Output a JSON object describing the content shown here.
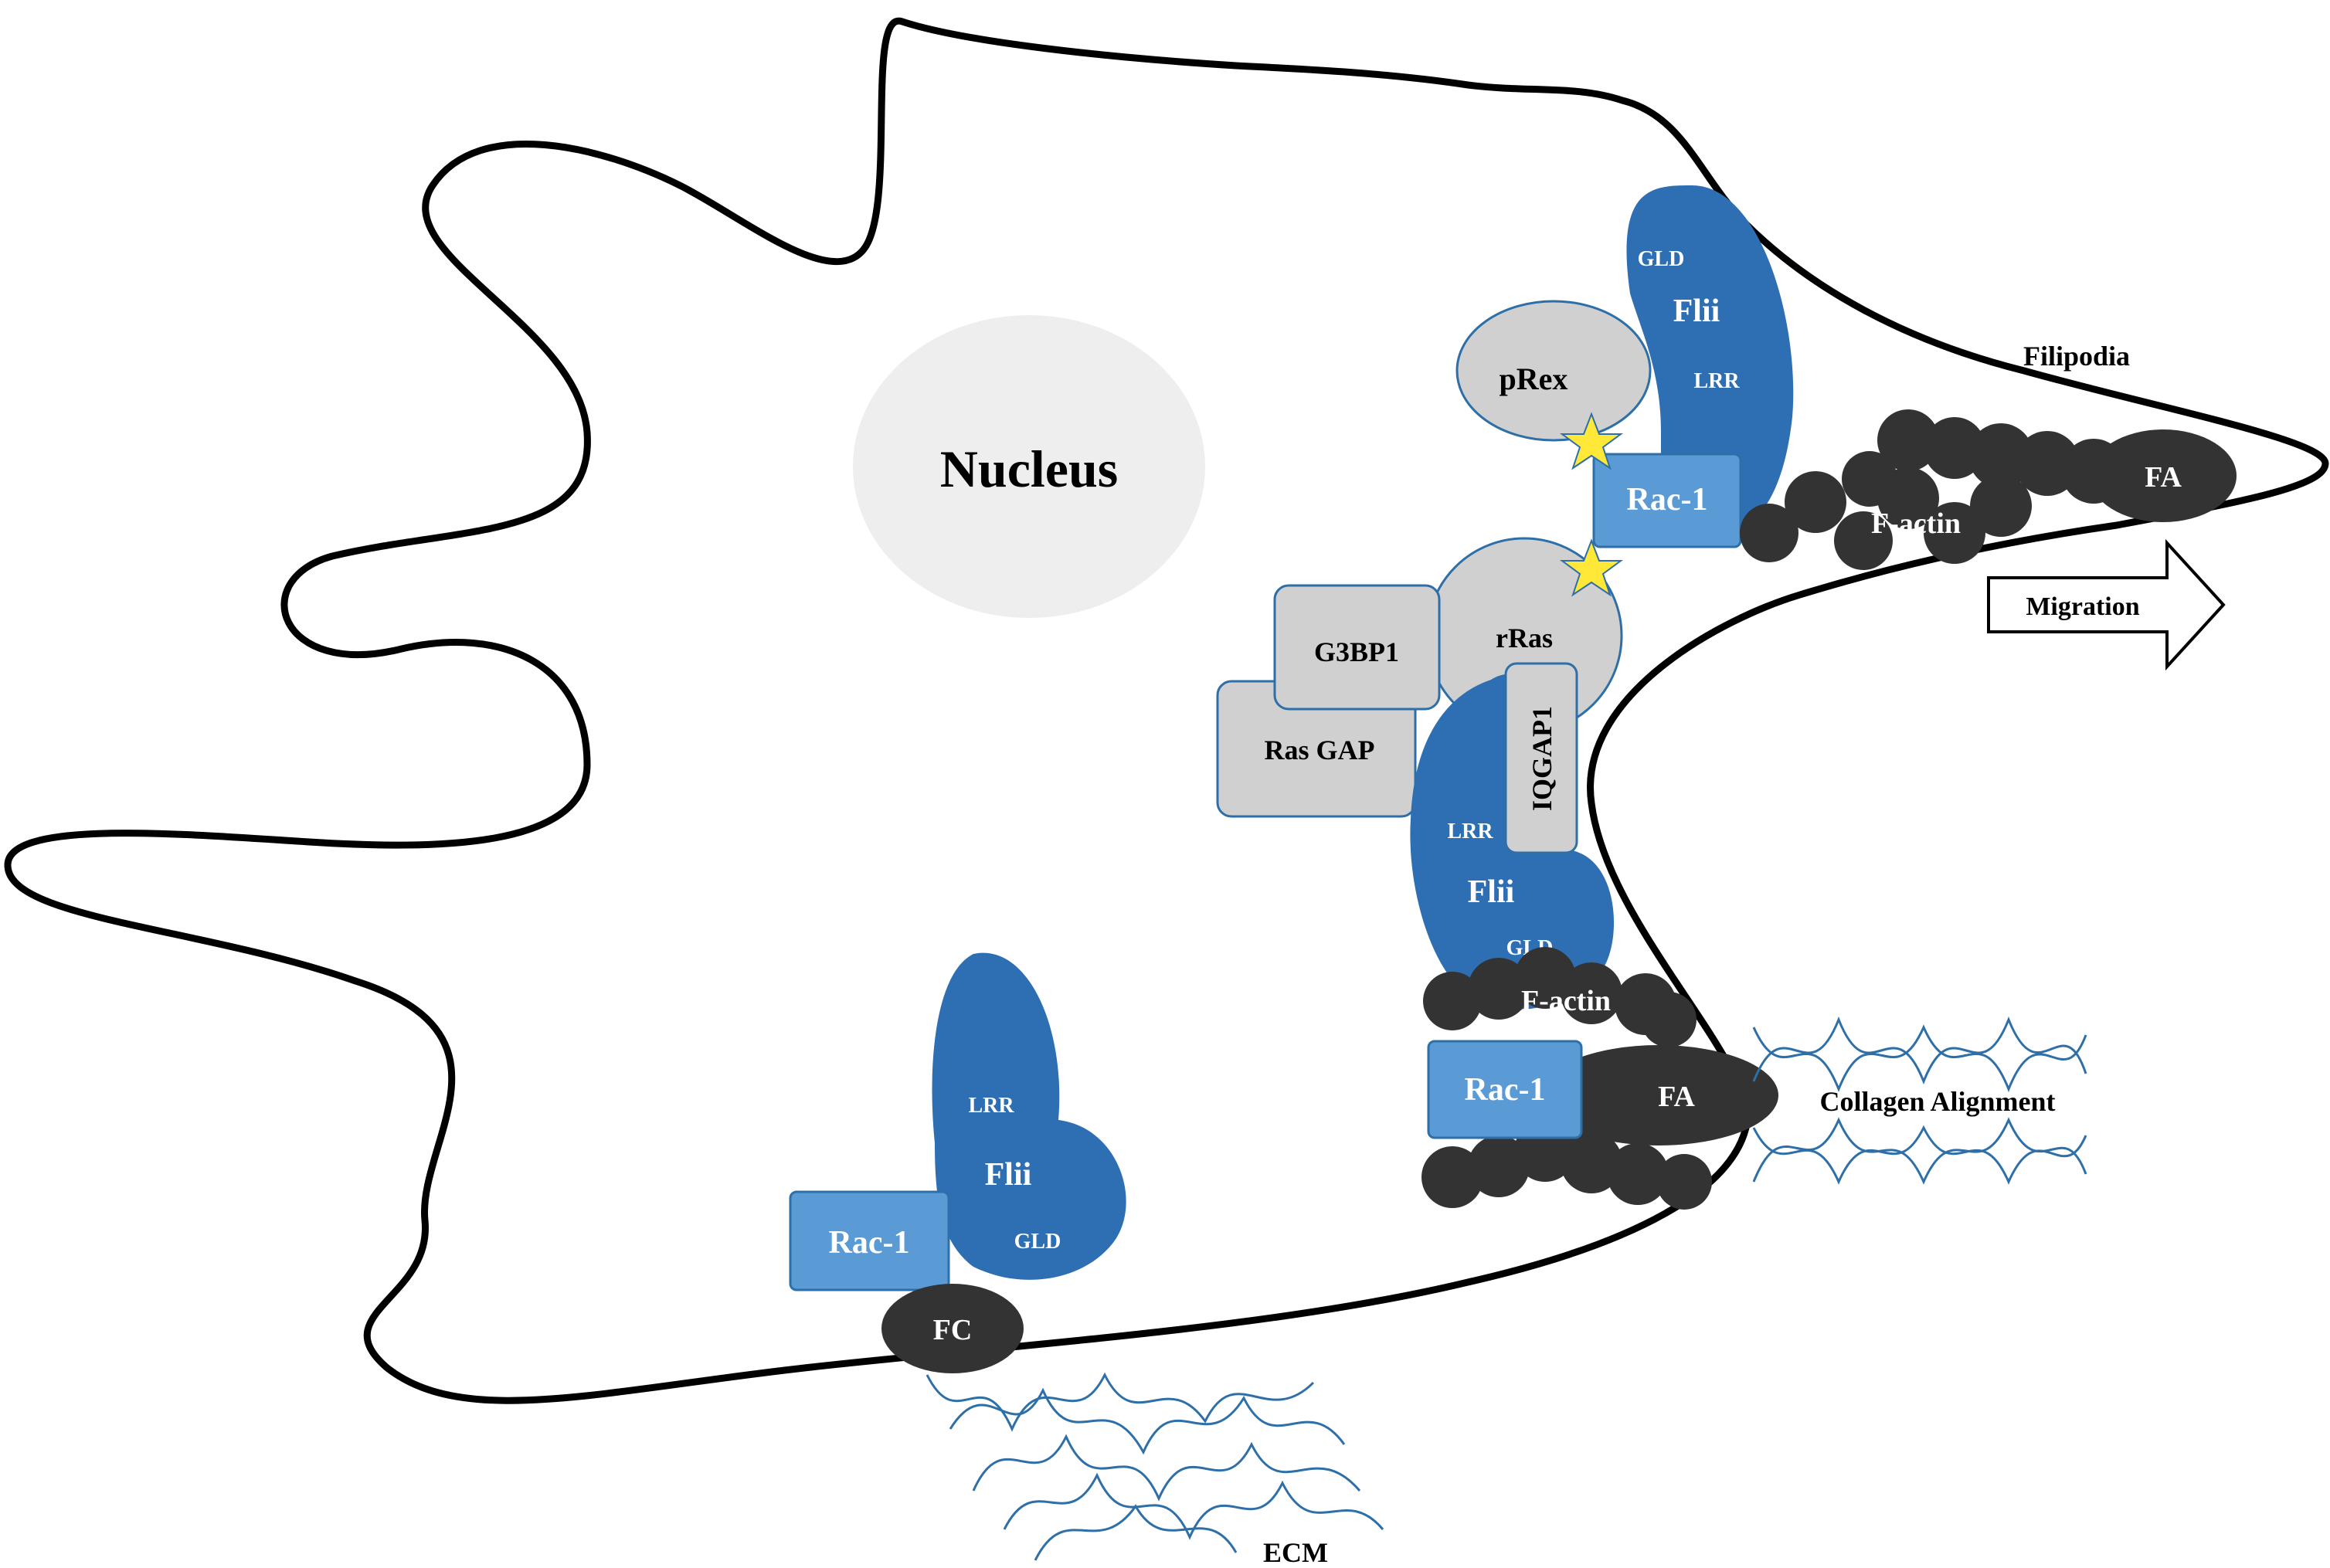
{
  "labels": {
    "nucleus": "Nucleus",
    "filipodia": "Filipodia",
    "migration": "Migration",
    "collagen_alignment": "Collagen Alignment",
    "ecm": "ECM",
    "flii": "Flii",
    "gld": "GLD",
    "lrr": "LRR",
    "prex": "pRex",
    "rac1": "Rac-1",
    "rras": "rRas",
    "g3bp1": "G3BP1",
    "ras_gap": "Ras GAP",
    "iqgap1": "IQGAP1",
    "f_actin": "F-actin",
    "fa": "FA",
    "fc": "FC"
  },
  "colors": {
    "flii_blue": "#2e6fb4",
    "rac1_blue": "#5b9bd5",
    "grey_protein": "#d0d0d0",
    "nucleus": "#eeeeee",
    "actin": "#333333",
    "star": "#ffe838",
    "collagen": "#2e6fa7"
  }
}
